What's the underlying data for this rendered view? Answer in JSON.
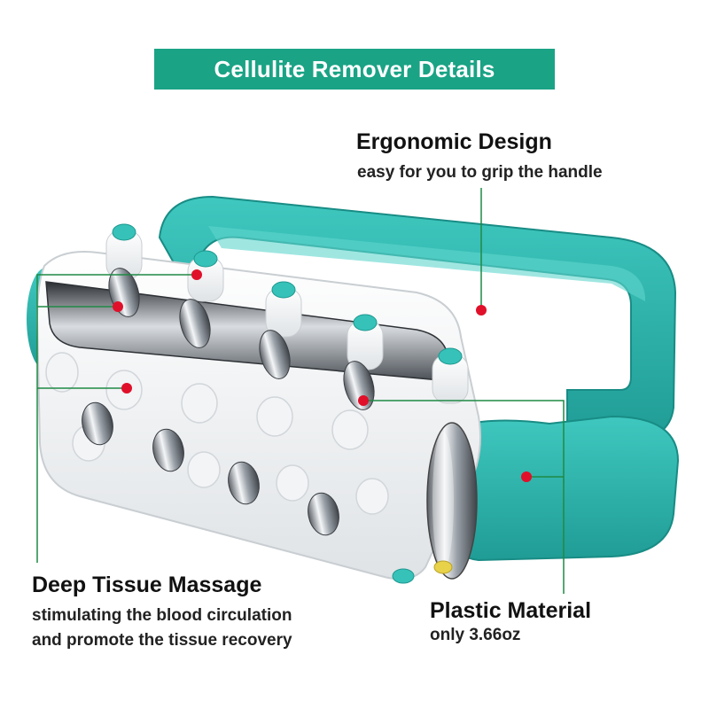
{
  "header": {
    "title": "Cellulite Remover Details"
  },
  "features": {
    "ergonomic": {
      "title": "Ergonomic Design",
      "desc": "easy for you to grip the handle"
    },
    "massage": {
      "title": "Deep Tissue Massage",
      "desc_line1": "stimulating the blood circulation",
      "desc_line2": "and promote the tissue recovery"
    },
    "material": {
      "title": "Plastic Material",
      "desc": "only 3.66oz"
    }
  },
  "colors": {
    "banner": "#1aa385",
    "product_teal": "#2fb8b0",
    "product_teal_dark": "#1e9a93",
    "callout_line": "#1f8a45",
    "marker": "#e0102a"
  }
}
